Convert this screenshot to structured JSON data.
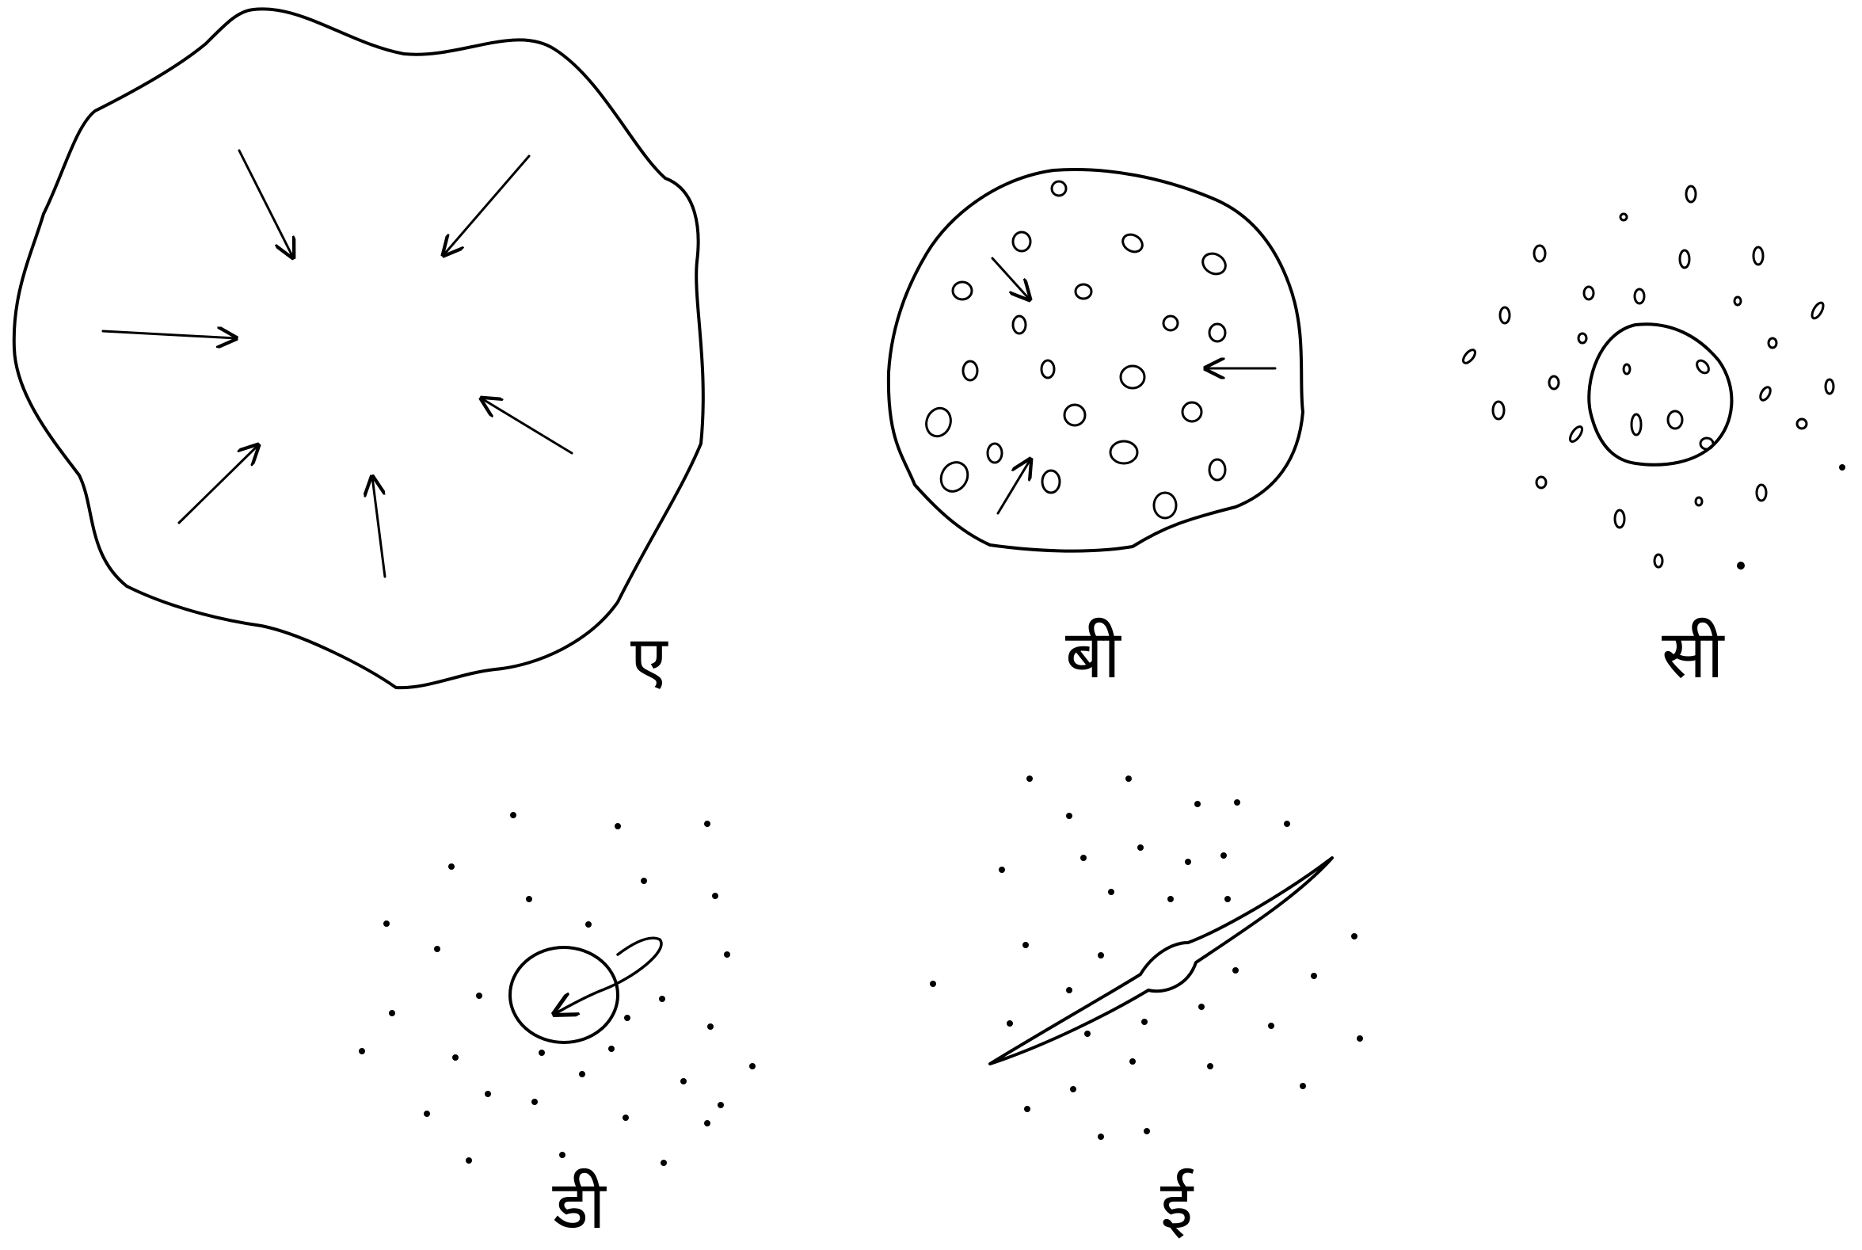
{
  "panels": [
    {
      "id": "a",
      "label": "ए"
    },
    {
      "id": "b",
      "label": "बी"
    },
    {
      "id": "c",
      "label": "सी"
    },
    {
      "id": "d",
      "label": "डी"
    },
    {
      "id": "e",
      "label": "ई"
    }
  ],
  "colors": {
    "ink": "#000000",
    "background": "#ffffff"
  }
}
